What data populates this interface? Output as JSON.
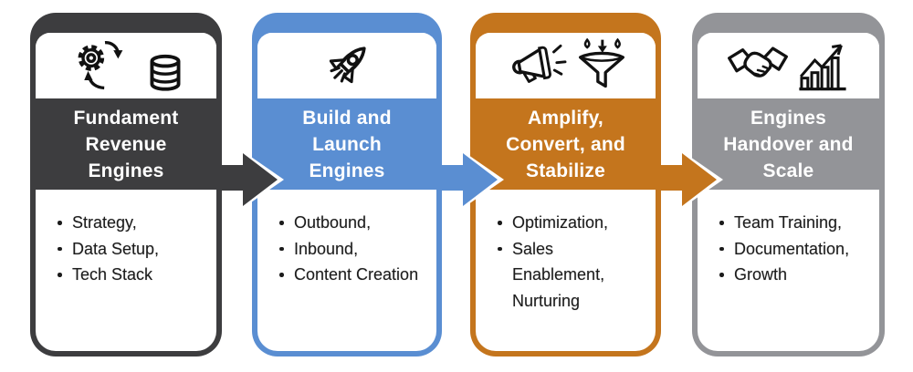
{
  "diagram": {
    "type": "process-flow",
    "background_color": "#ffffff",
    "bullet_text_color": "#1b1b1b",
    "title_text_color": "#ffffff",
    "stages": [
      {
        "title": "Fundament\nRevenue\nEngines",
        "accent_color": "#3d3d3f",
        "icons": [
          "gear-sync-icon",
          "database-icon"
        ],
        "bullets": [
          "Strategy,",
          "Data Setup,",
          "Tech Stack"
        ]
      },
      {
        "title": "Build and\nLaunch\nEngines",
        "accent_color": "#5a8ed2",
        "icons": [
          "rocket-icon"
        ],
        "bullets": [
          "Outbound,",
          "Inbound,",
          "Content Creation"
        ]
      },
      {
        "title": "Amplify,\nConvert, and\nStabilize",
        "accent_color": "#c4751d",
        "icons": [
          "megaphone-icon",
          "funnel-icon"
        ],
        "bullets": [
          "Optimization,",
          "Sales Enablement, Nurturing"
        ]
      },
      {
        "title": "Engines\nHandover and\nScale",
        "accent_color": "#939498",
        "icons": [
          "handshake-icon",
          "growth-chart-icon"
        ],
        "bullets": [
          "Team Training,",
          "Documentation,",
          "Growth"
        ]
      }
    ],
    "arrows": [
      {
        "from": "Fundament Revenue Engines",
        "to": "Build and Launch Engines",
        "color": "#3d3d3f"
      },
      {
        "from": "Build and Launch Engines",
        "to": "Amplify, Convert, and Stabilize",
        "color": "#5a8ed2"
      },
      {
        "from": "Amplify, Convert, and Stabilize",
        "to": "Engines Handover and Scale",
        "color": "#c4751d"
      }
    ]
  }
}
